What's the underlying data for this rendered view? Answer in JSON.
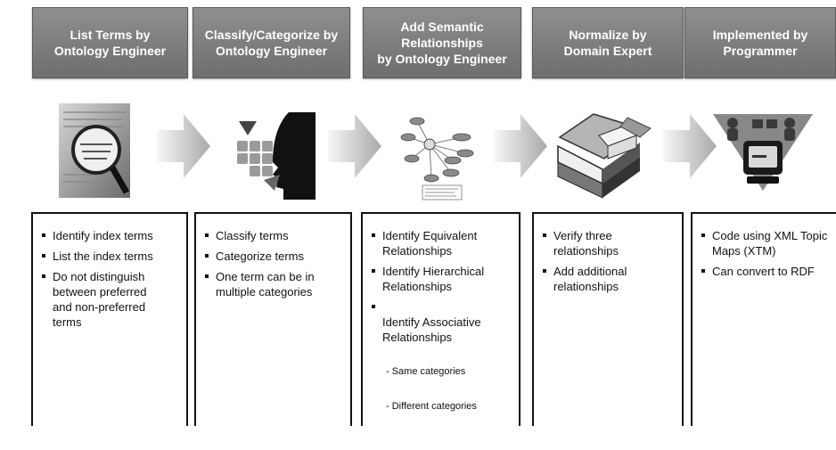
{
  "columns": [
    {
      "header": "List Terms by\nOntology Engineer",
      "icon": "magnifier-icon",
      "items": [
        {
          "text": "Identify index terms"
        },
        {
          "text": "List the index terms"
        },
        {
          "text": "Do not distinguish\nbetween preferred\nand non-preferred\nterms"
        }
      ]
    },
    {
      "header": "Classify/Categorize by\nOntology Engineer",
      "icon": "head-puzzle-icon",
      "items": [
        {
          "text": "Classify terms"
        },
        {
          "text": "Categorize terms"
        },
        {
          "text": "One term can be in\nmultiple categories"
        }
      ]
    },
    {
      "header": "Add Semantic\nRelationships\nby Ontology Engineer",
      "icon": "concept-map-icon",
      "items": [
        {
          "text": "Identify Equivalent\nRelationships"
        },
        {
          "text": "Identify Hierarchical\nRelationships"
        },
        {
          "text": "Identify Associative\nRelationships",
          "sub": [
            "- Same categories",
            "- Different categories"
          ]
        }
      ]
    },
    {
      "header": "Normalize by\nDomain Expert",
      "icon": "books-icon",
      "items": [
        {
          "text": "Verify three\nrelationships"
        },
        {
          "text": "Add additional\nrelationships"
        }
      ]
    },
    {
      "header": "Implemented by\nProgrammer",
      "icon": "computer-programmers-icon",
      "items": [
        {
          "text": "Code using XML Topic\nMaps (XTM)"
        },
        {
          "text": "Can convert to RDF"
        }
      ]
    }
  ]
}
